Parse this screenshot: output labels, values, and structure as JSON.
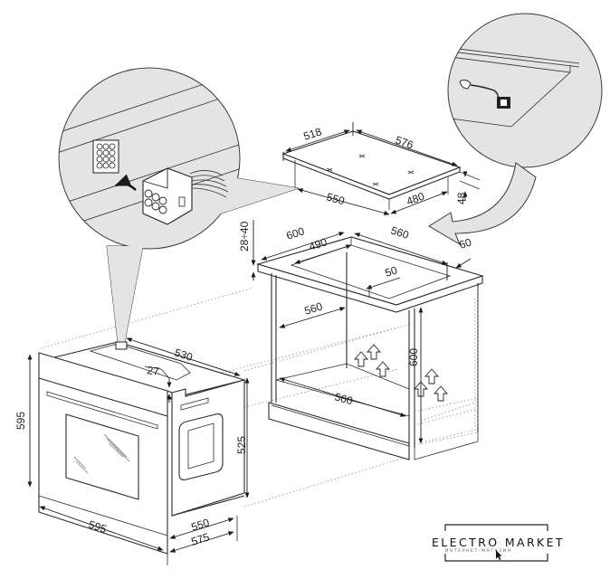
{
  "diagram": {
    "subject": "Built-in oven and hob installation dimensions",
    "units": "mm",
    "hob": {
      "top_depth": "518",
      "top_width": "576",
      "body_width": "550",
      "body_depth": "480",
      "height": "48"
    },
    "cabinet": {
      "worktop_thickness": "28÷40",
      "worktop_depth": "600",
      "cutout_depth": "490",
      "cutout_width": "560",
      "cutout_back_margin": "60",
      "cutout_front_margin": "50",
      "niche_depth": "560",
      "niche_width": "560",
      "niche_height": "600"
    },
    "oven": {
      "depth_top": "530",
      "panel_offset": "27",
      "front_height": "595",
      "body_height": "525",
      "front_width": "595",
      "body_depth": "550",
      "total_depth": "575"
    },
    "details": [
      {
        "name": "oven-connector-detail",
        "description": "Multi-pin connector plugs into socket on oven top"
      },
      {
        "name": "hob-cable-detail",
        "description": "Hob cable routed under worktop edge"
      }
    ]
  },
  "watermark": {
    "brand": "ELECTRO MARKET",
    "tagline": "ИНТЕРНЕТ-МАГАЗИН"
  },
  "colors": {
    "line": "#2b2b2b",
    "detail_fill": "#e4e4e4",
    "background": "#ffffff"
  }
}
